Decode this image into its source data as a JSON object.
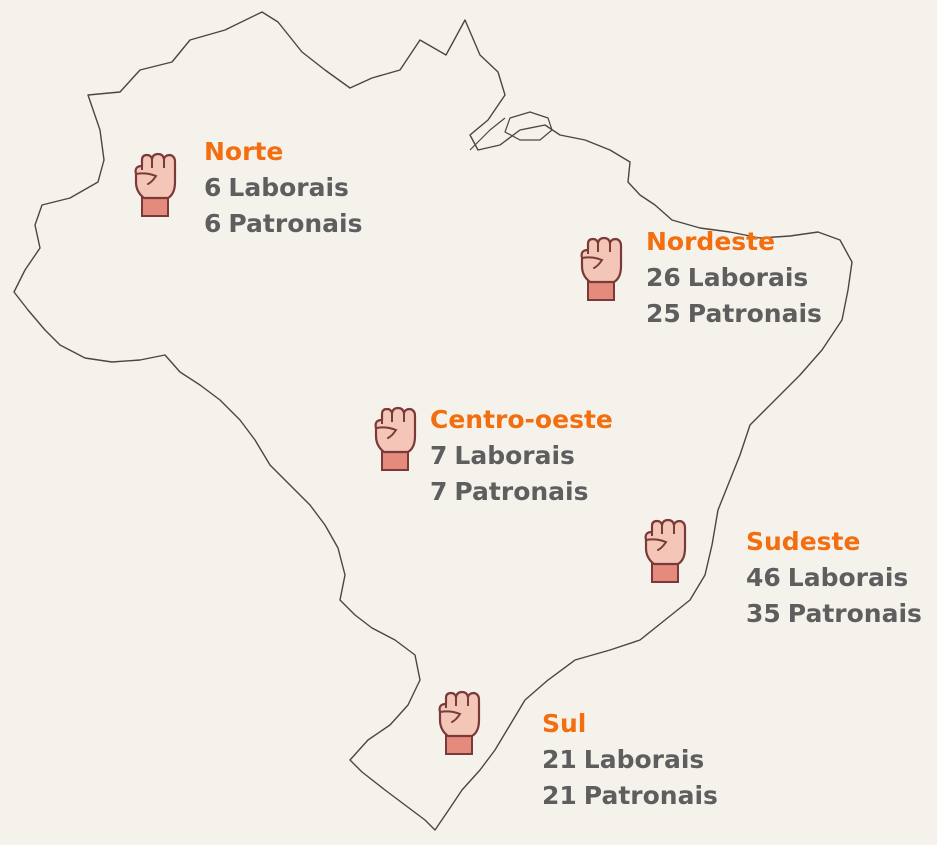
{
  "colors": {
    "background": "#f5f2ec",
    "region_name": "#f26e0f",
    "counts": "#5e5e5e",
    "outline": "#4a4644",
    "fist_skin": "#f4c6b7",
    "fist_wrist": "#e58b7d",
    "fist_stroke": "#7a3a3a"
  },
  "icon": "raised-fist-icon",
  "regions": {
    "norte": {
      "name": "Norte",
      "laborais": "6",
      "patronais": "6"
    },
    "nordeste": {
      "name": "Nordeste",
      "laborais": "26",
      "patronais": "25"
    },
    "centro_oeste": {
      "name": "Centro-oeste",
      "laborais": "7",
      "patronais": "7"
    },
    "sudeste": {
      "name": "Sudeste",
      "laborais": "46",
      "patronais": "35"
    },
    "sul": {
      "name": "Sul",
      "laborais": "21",
      "patronais": "21"
    }
  },
  "labels": {
    "laborais": "Laborais",
    "patronais": "Patronais"
  }
}
